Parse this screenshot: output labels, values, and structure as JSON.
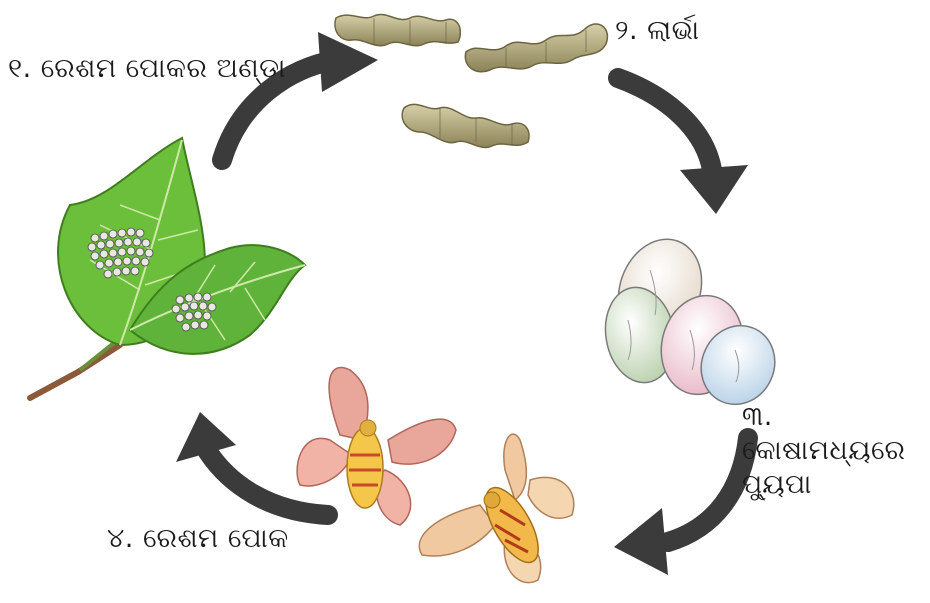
{
  "diagram": {
    "stages": [
      {
        "id": "eggs",
        "label": "୧. ରେଶମ ପୋକର ଅଣ୍ଡା"
      },
      {
        "id": "larva",
        "label": "୨. ଲାର୍ଭା"
      },
      {
        "id": "pupa",
        "label": "୩. କୋଷାମଧ୍ୟରେ ପ୍ୟୁପା"
      },
      {
        "id": "moth",
        "label": "୪. ରେଶମ ପୋକ"
      }
    ]
  },
  "colors": {
    "arrow": "#3b3b3b",
    "leaf": "#6cbf3a",
    "larva": "#b9b083",
    "moth": "#e9a79b"
  }
}
